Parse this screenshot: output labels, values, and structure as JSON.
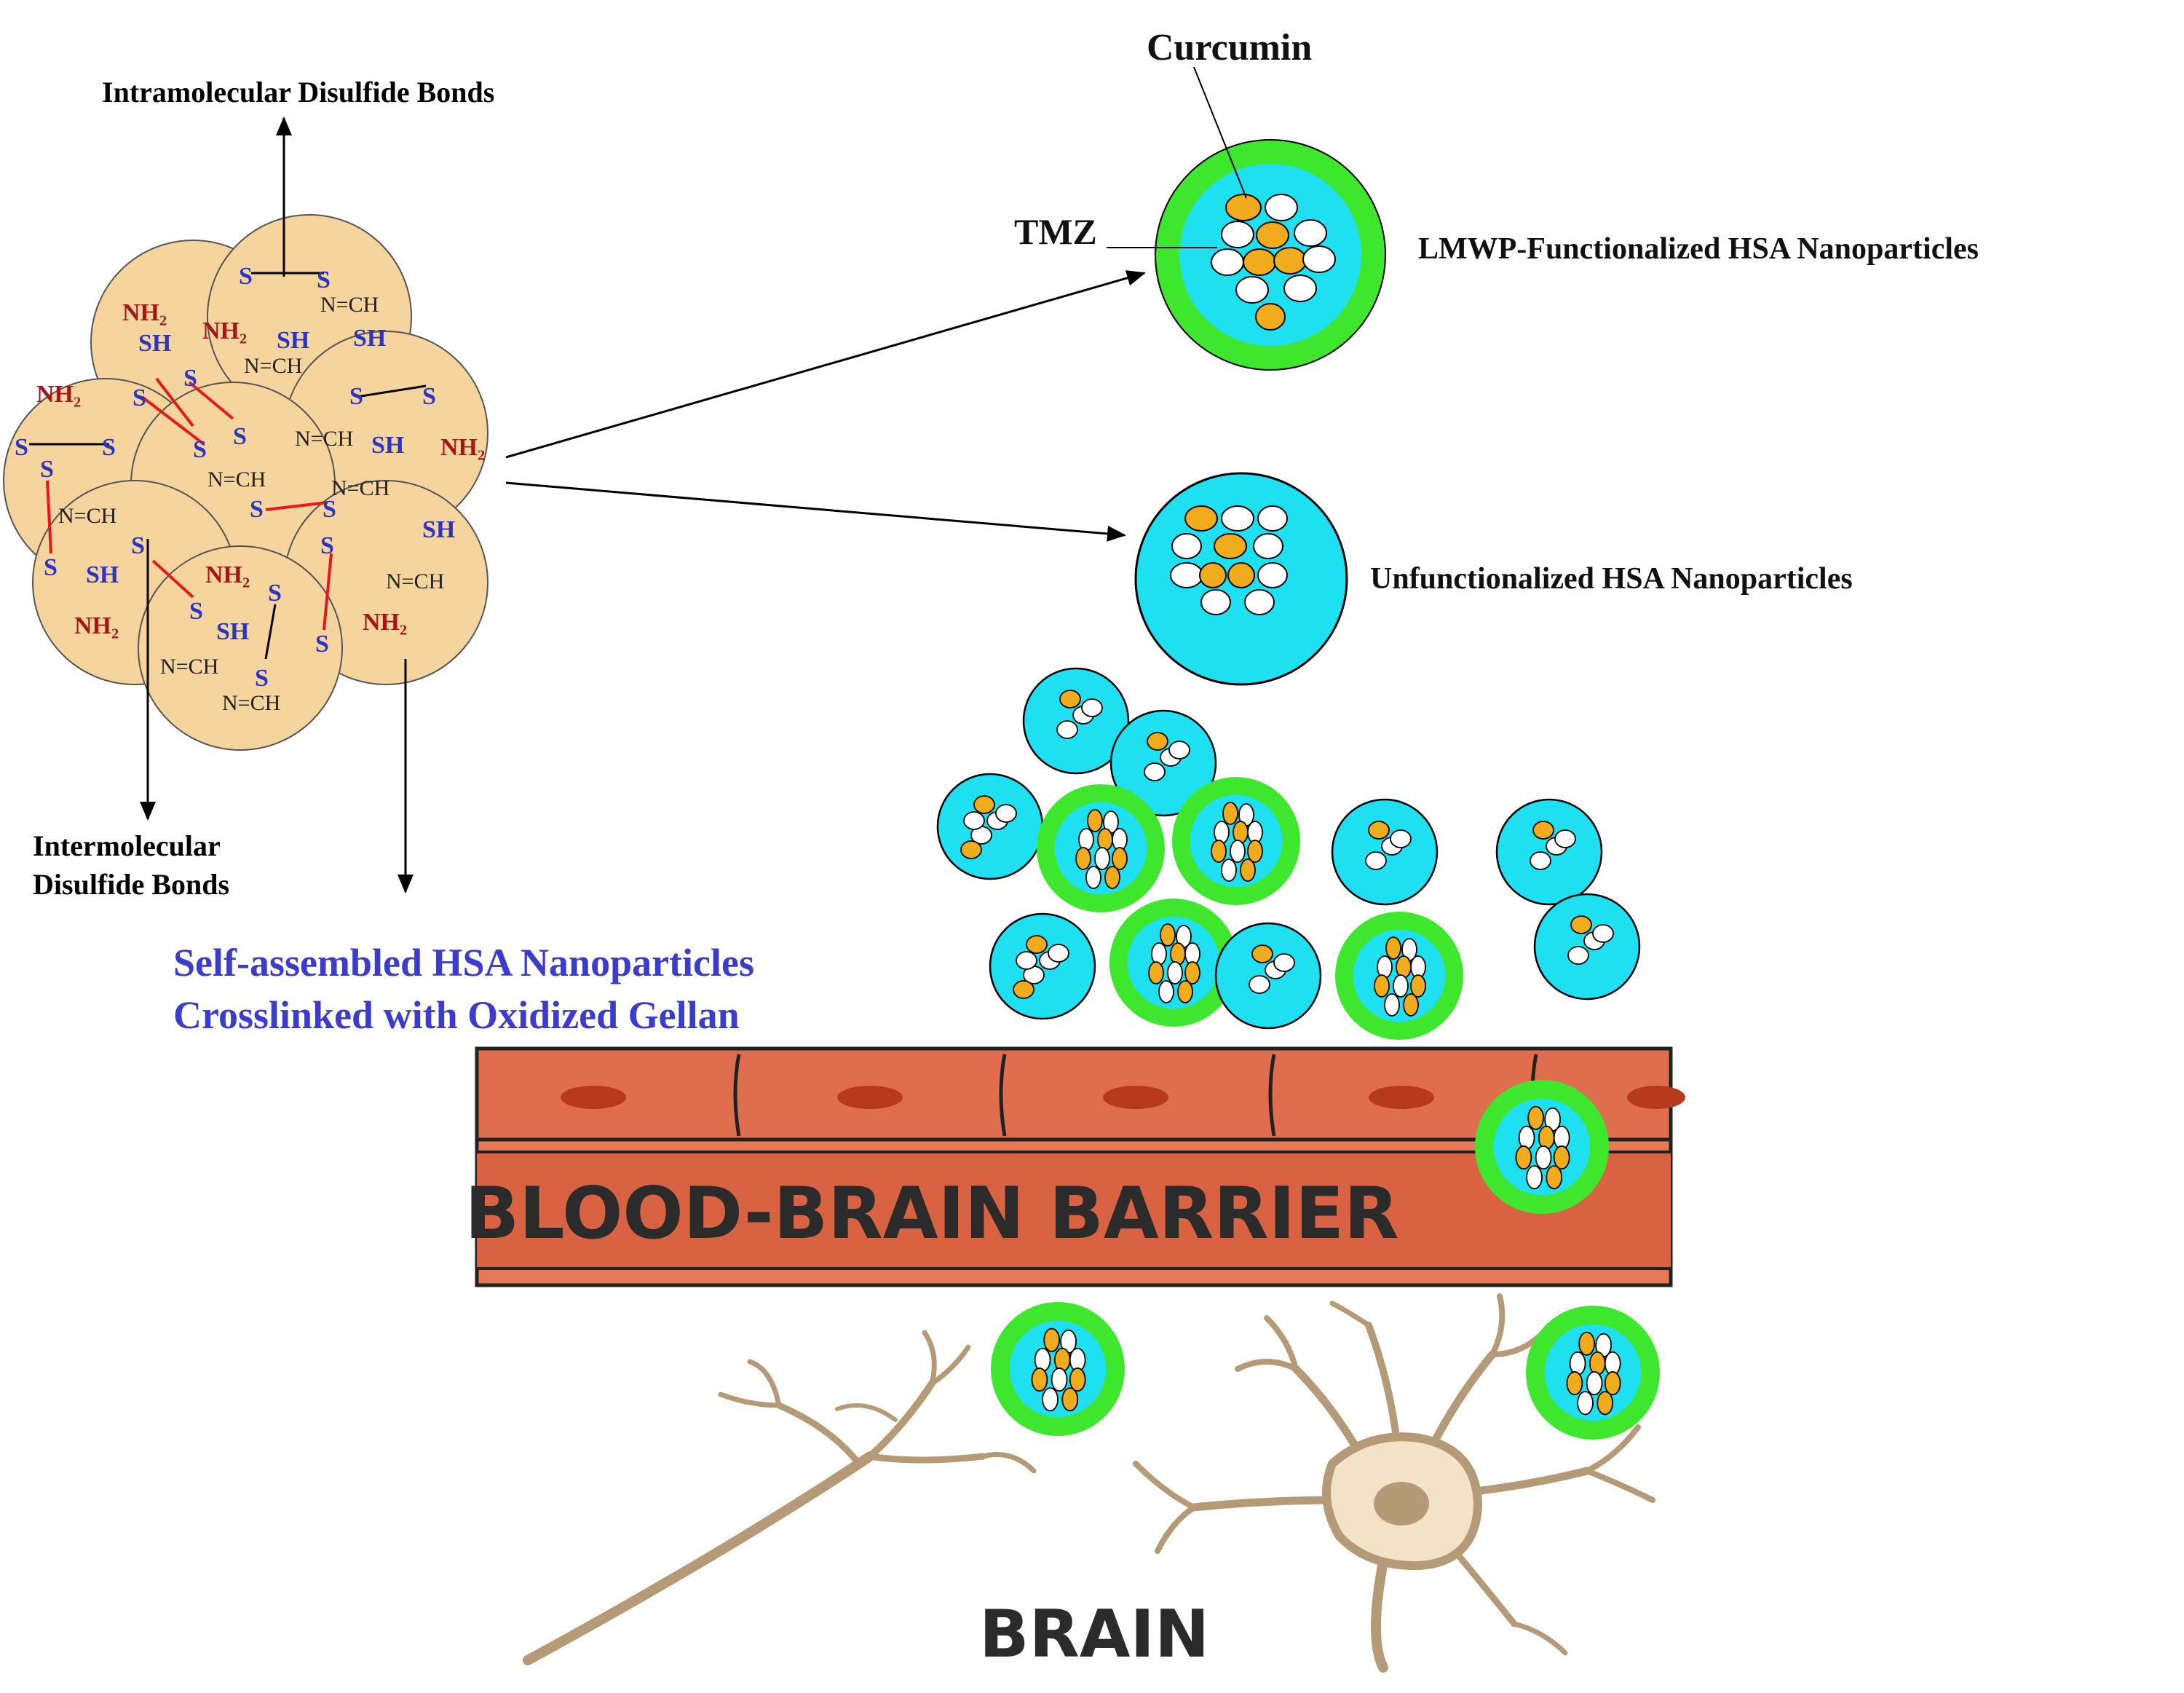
{
  "labels": {
    "intramolecular": "Intramolecular Disulfide Bonds",
    "intermolecular_1": "Intermolecular",
    "intermolecular_2": "Disulfide Bonds",
    "self_assembled_1": "Self-assembled HSA Nanoparticles",
    "self_assembled_2": "Crosslinked with Oxidized Gellan",
    "curcumin": "Curcumin",
    "tmz": "TMZ",
    "lmwp": "LMWP-Functionalized HSA Nanoparticles",
    "unfunctionalized": "Unfunctionalized HSA Nanoparticles",
    "bbb": "BLOOD-BRAIN BARRIER",
    "brain": "BRAIN"
  },
  "chem": {
    "nh2": "NH₂",
    "sh": "SH",
    "s": "S",
    "nch": "N=CH"
  },
  "colors": {
    "hsa_sphere": "#f6d49e",
    "nanoparticle_core": "#1ee0f0",
    "lmwp_shell": "#3ee62e",
    "curcumin": "#f0ac1c",
    "tmz": "#ffffff",
    "barrier": "#df6e4e",
    "barrier_nucleus": "#b83a1e",
    "neuron": "#b59a78",
    "blue_text": "#3c3ccc",
    "amine_text": "#a01818",
    "thiol_text": "#2b36c0"
  }
}
